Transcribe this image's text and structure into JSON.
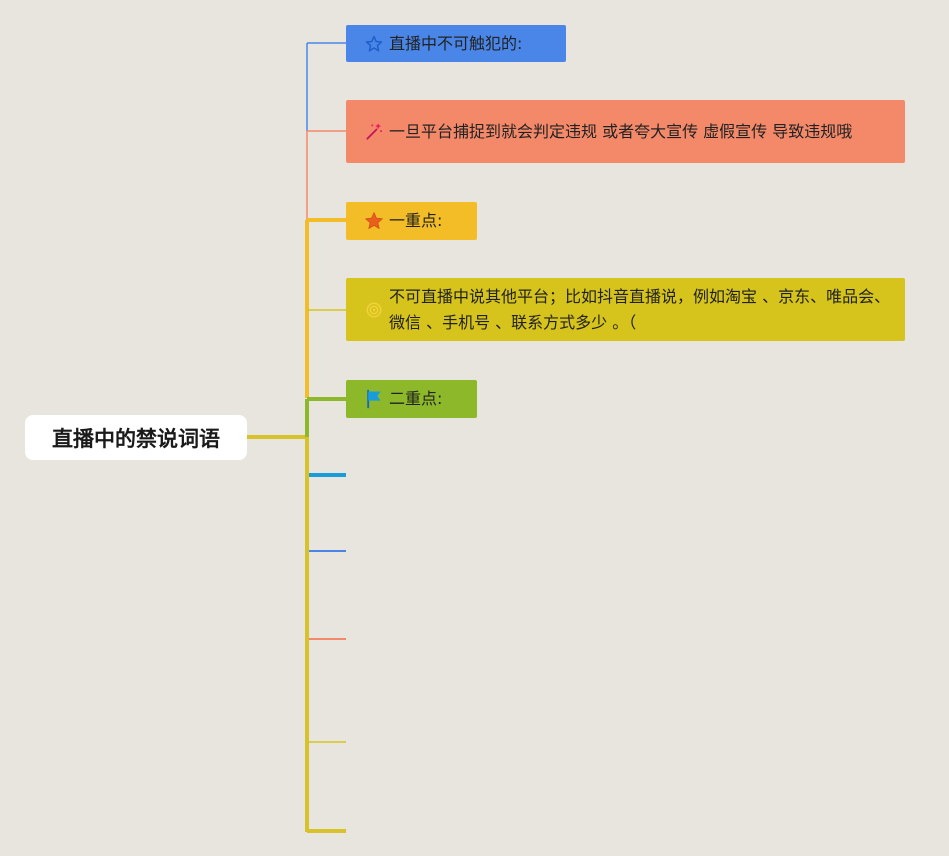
{
  "root": {
    "label": "直播中的禁说词语"
  },
  "nodes": [
    {
      "label": "直播中不可触犯的:",
      "color": "#4a86e8",
      "icon": "star-outline-icon"
    },
    {
      "label": "一旦平台捕捉到就会判定违规 或者夸大宣传 虚假宣传 导致违规哦",
      "color": "#f4896a",
      "icon": "sparkle-wand-icon"
    },
    {
      "label": "一重点:",
      "color": "#f2bd27",
      "icon": "star-icon"
    },
    {
      "label": "不可直播中说其他平台；比如抖音直播说，例如淘宝 、京东、唯品会、微信 、手机号 、联系方式多少 。（",
      "color": "#d6c41c",
      "icon": "spiral-icon"
    },
    {
      "label": "二重点:",
      "color": "#8cb82a",
      "icon": "flag-icon"
    }
  ],
  "colors": {
    "background": "#e8e5df",
    "trunk": "#d8c22a",
    "branch_blue": "#4a86e8",
    "branch_salmon": "#f4896a",
    "branch_orange": "#f2bd27",
    "branch_yellow": "#d6c41c",
    "branch_green": "#8cb82a",
    "branch_bright_blue": "#1a9bdc"
  }
}
